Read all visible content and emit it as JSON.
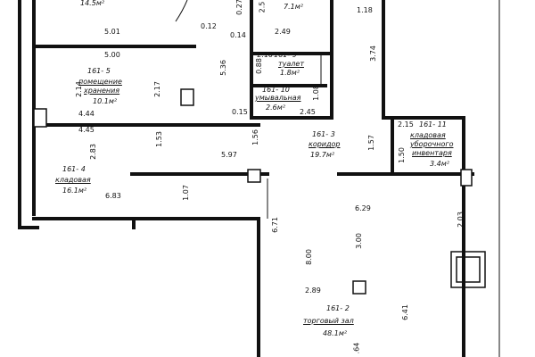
{
  "rooms": {
    "top_area": "14.5м²",
    "top_small_area": "7.1м²",
    "r5_num": "161- 5",
    "r5_name_1": "помещение",
    "r5_name_2": "хранения",
    "r5_area": "10.1м²",
    "r9_num": "161- 9",
    "r9_name": "туалет",
    "r9_area": "1.8м²",
    "r10_num": "161- 10",
    "r10_name": "умывальная",
    "r10_area": "2.6м²",
    "r3_num": "161- 3",
    "r3_name": "коридор",
    "r3_area": "19.7м²",
    "r11_num": "161- 11",
    "r11_name_1": "кладовая",
    "r11_name_2": "уборочного",
    "r11_name_3": "инвентаря",
    "r11_area": "3.4м²",
    "r4_num": "161- 4",
    "r4_name": "кладовая",
    "r4_area": "16.1м²",
    "r2_num": "161- 2",
    "r2_name": "торговый зал",
    "r2_area": "48.1м²"
  },
  "dims": {
    "d_5_01": "5.01",
    "d_0_12": "0.12",
    "d_0_14": "0.14",
    "d_2_49": "2.49",
    "d_1_18": "1.18",
    "d_5_00": "5.00",
    "d_2_10": "2.10",
    "d_0_88": "0.88",
    "d_5_36": "5.36",
    "d_3_74": "3.74",
    "d_2_14": "2.14",
    "d_2_17": "2.17",
    "d_4_44": "4.44",
    "d_1_08": "1.08",
    "d_0_15": "0.15",
    "d_2_45": "2.45",
    "d_4_45": "4.45",
    "d_2_15": "2.15",
    "d_2_83": "2.83",
    "d_1_53": "1.53",
    "d_5_97": "5.97",
    "d_1_56": "1.56",
    "d_1_57": "1.57",
    "d_1_50": "1.50",
    "d_6_83": "6.83",
    "d_1_07": "1.07",
    "d_6_29": "6.29",
    "d_6_71": "6.71",
    "d_2_03": "2.03",
    "d_3_00": "3.00",
    "d_8_00": "8.00",
    "d_2_89": "2.89",
    "d_6_41": "6.41",
    "d_0_27": "0.27",
    "d_2_5": "2.5",
    "d_0_64": ".64"
  }
}
